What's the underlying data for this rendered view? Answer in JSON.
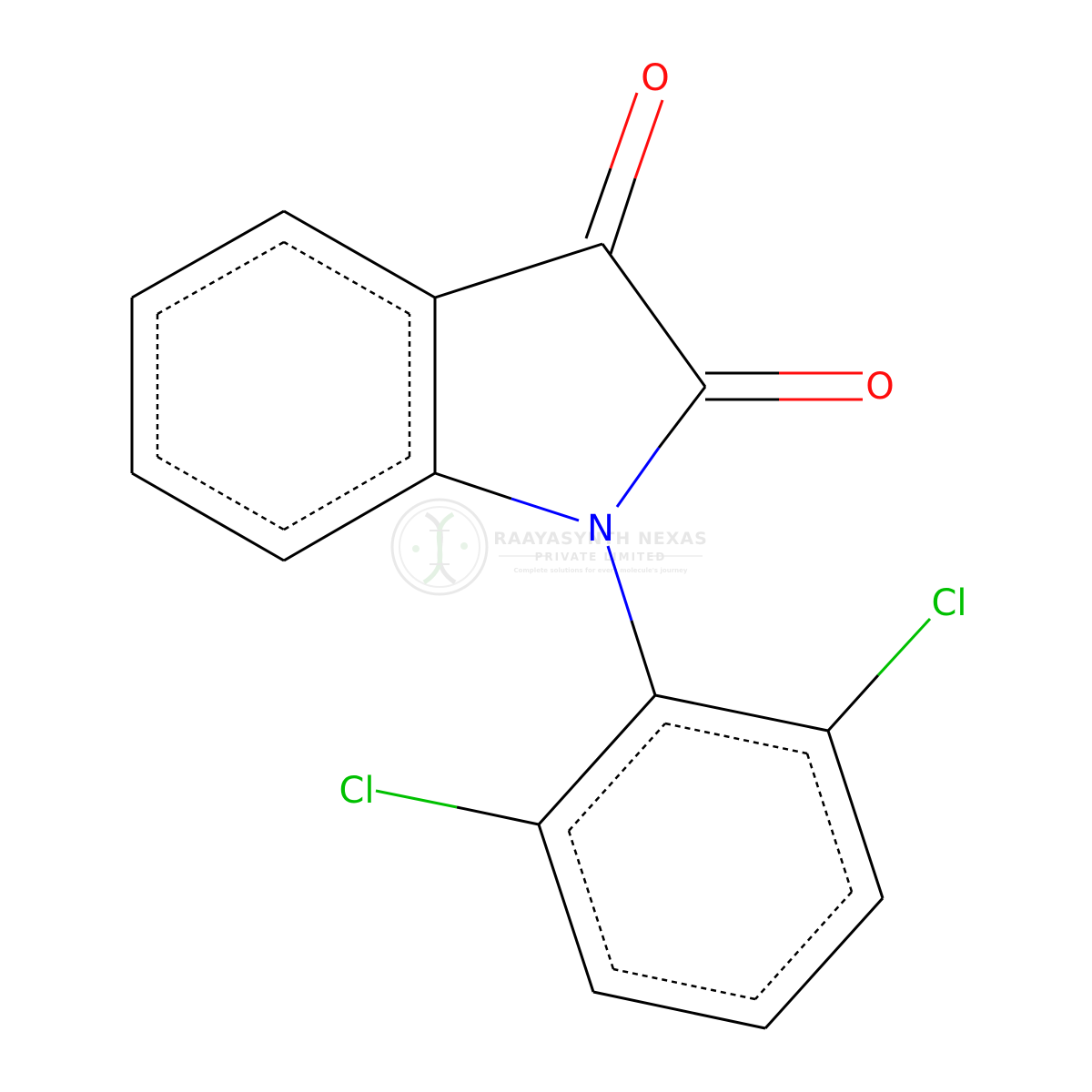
{
  "colors": {
    "bond": "#000000",
    "oxygen": "#ff0d0d",
    "nitrogen": "#0000ff",
    "chlorine": "#00c000",
    "watermark": "#d8d8d8",
    "background": "#ffffff"
  },
  "atoms": {
    "o1": "O",
    "o2": "O",
    "n": "N",
    "cl1": "Cl",
    "cl2": "Cl"
  },
  "watermark": {
    "title": "RAAYASYNTH NEXAS",
    "subtitle": "PRIVATE LIMITED",
    "tagline": "Complete solutions for every molecule's journey"
  }
}
